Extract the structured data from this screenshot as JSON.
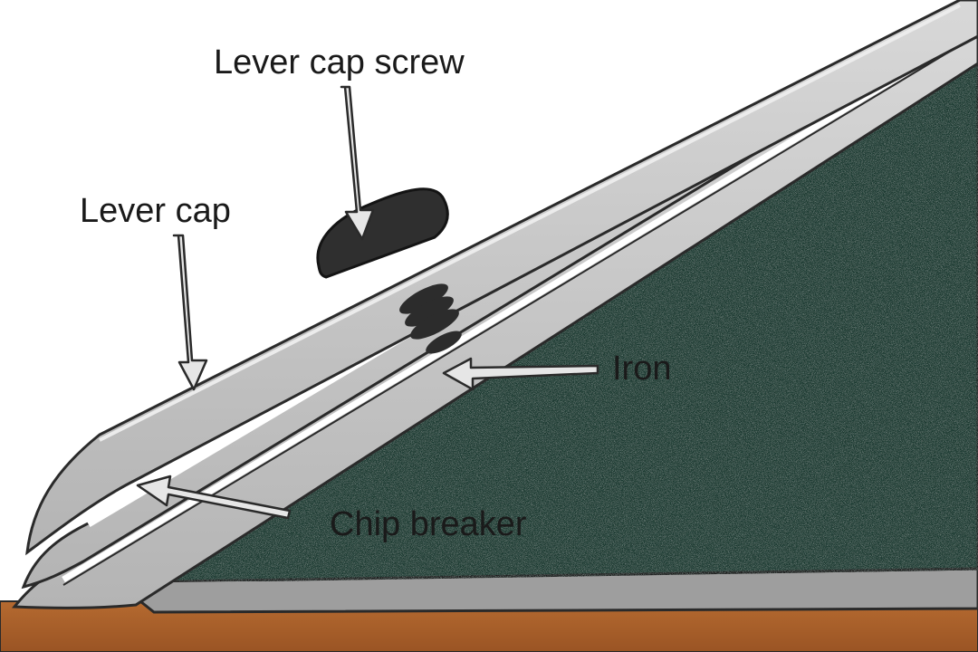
{
  "labels": {
    "lever_cap_screw": "Lever cap screw",
    "lever_cap": "Lever cap",
    "iron": "Iron",
    "chip_breaker": "Chip breaker"
  },
  "colors": {
    "frog": "#1f3a33",
    "metal": "#c6c6c6",
    "metal_light": "#dcdcdc",
    "outline": "#2a2a2a",
    "sole": "#9c9c9c",
    "wood": "#a8612c",
    "screw": "#2c2c2c",
    "arrow_fill": "#e6e6e6"
  }
}
